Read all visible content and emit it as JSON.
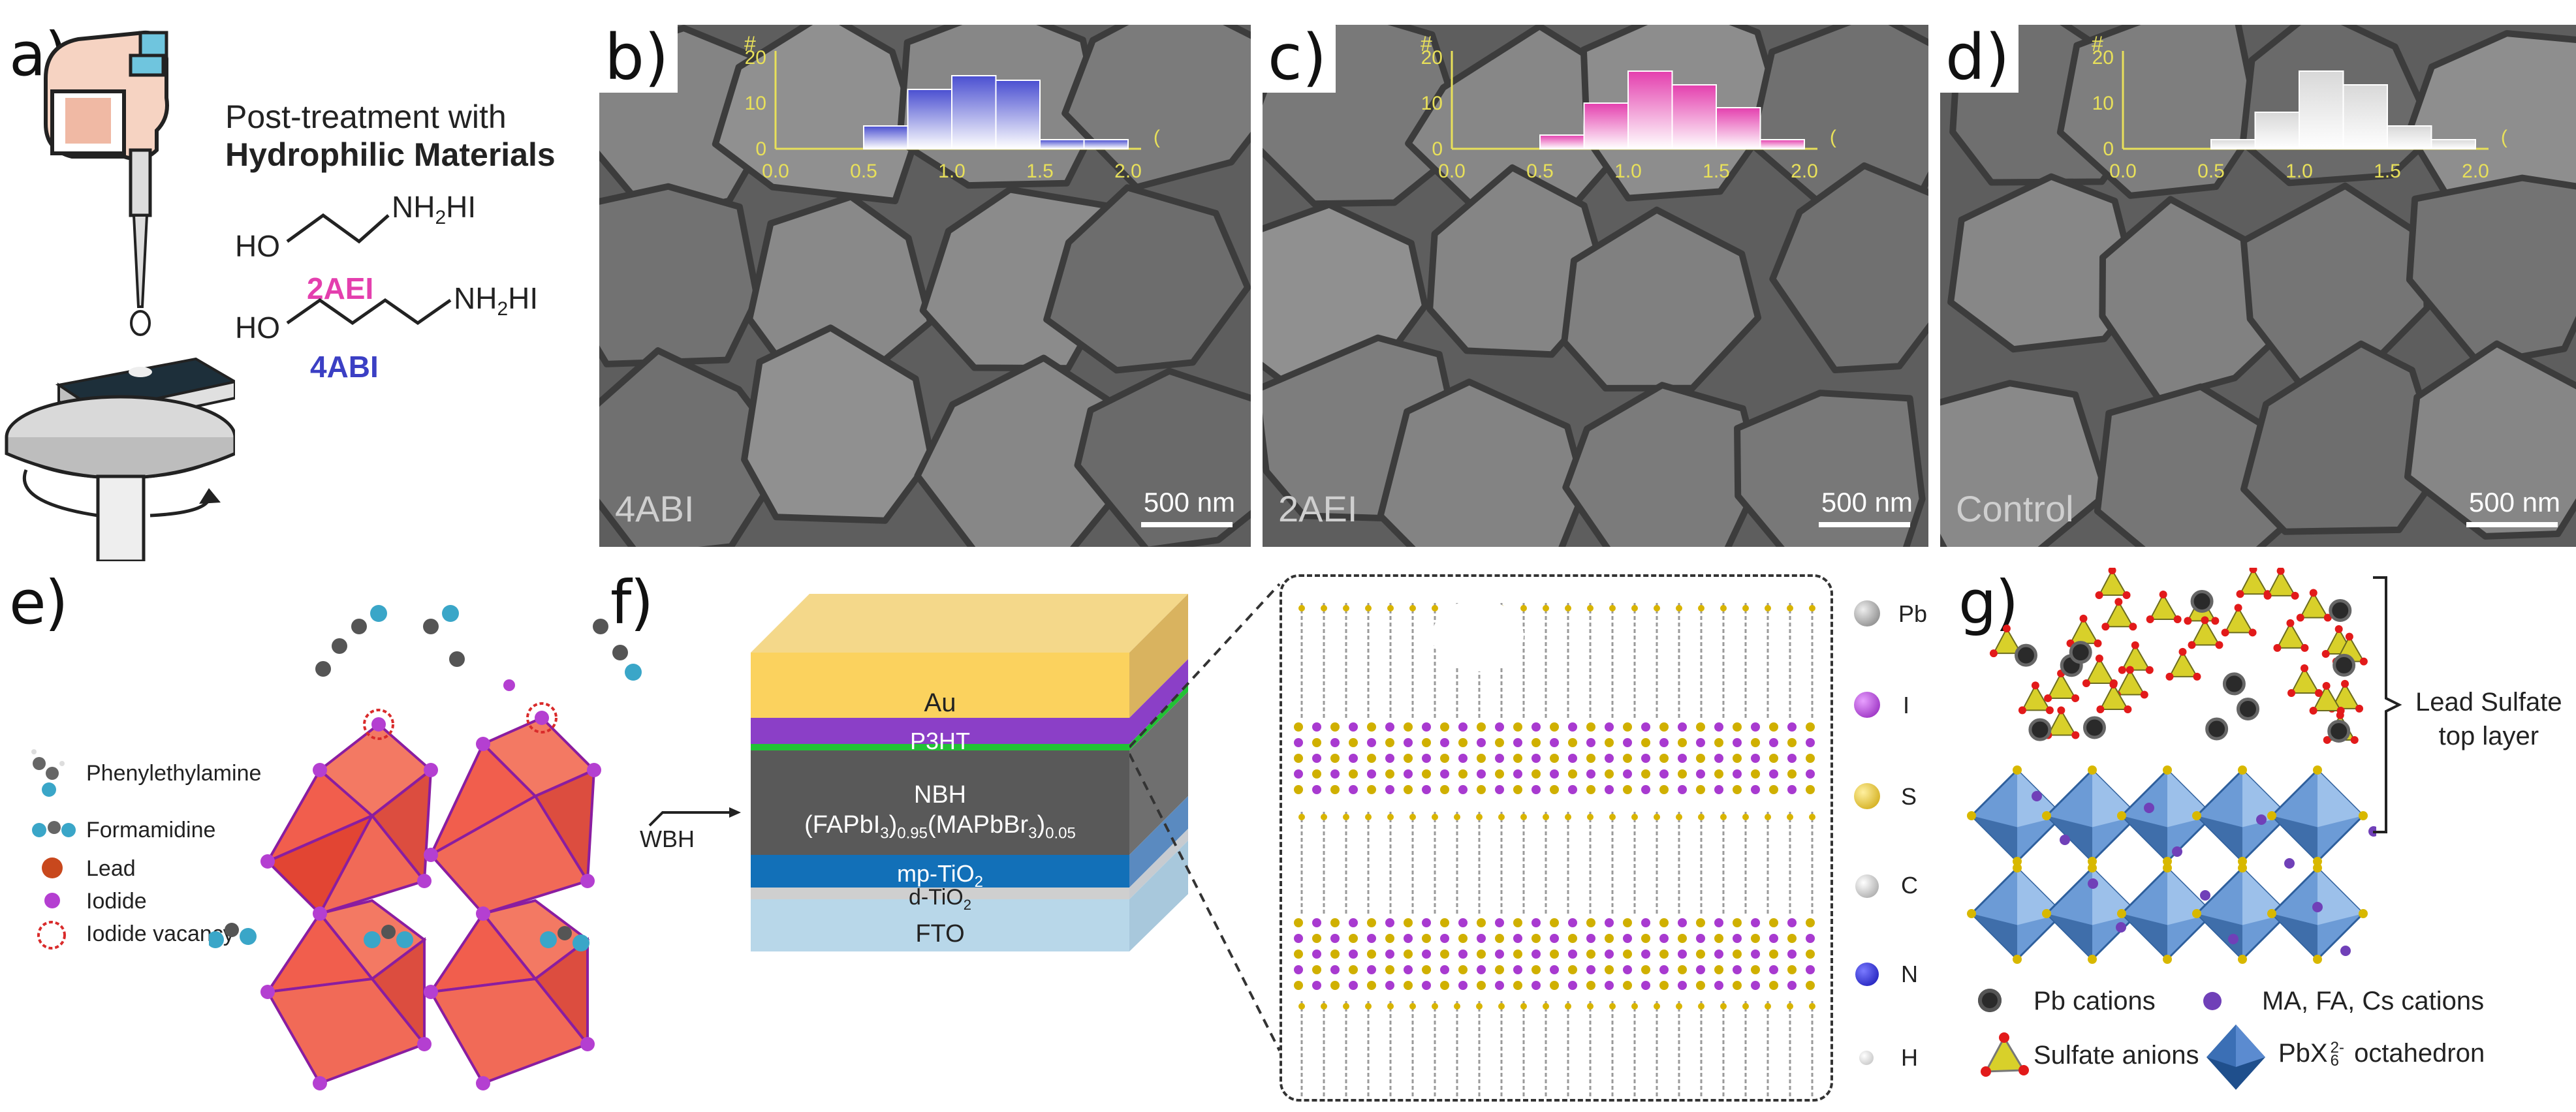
{
  "panels": {
    "a": {
      "letter": "a)",
      "title_line1": "Post-treatment with",
      "title_line2": "Hydrophilic Materials",
      "mol1_ho": "HO",
      "mol1_nh": "NH",
      "mol1_sub": "2",
      "mol1_hi": "HI",
      "mol1_name": "2AEI",
      "mol2_ho": "HO",
      "mol2_nh": "NH",
      "mol2_sub": "2",
      "mol2_hi": "HI",
      "mol2_name": "4ABI"
    },
    "b": {
      "letter": "b)",
      "sample": "4ABI",
      "scale": "500 nm"
    },
    "c": {
      "letter": "c)",
      "sample": "2AEI",
      "scale": "500 nm"
    },
    "d": {
      "letter": "d)",
      "sample": "Control",
      "scale": "500 nm"
    },
    "e": {
      "letter": "e)",
      "legend": [
        "Phenylethylamine",
        "Formamidine",
        "Lead",
        "Iodide",
        "Iodide vacancy"
      ]
    },
    "f": {
      "letter": "f)",
      "wbh": "WBH",
      "layers": {
        "au": "Au",
        "p3ht": "P3HT",
        "nbh_line1": "NBH",
        "nbh_a": "(FAPbI",
        "nbh_a_sub": "3",
        "nbh_a_sub2": "0.95",
        "nbh_b": "(MAPbBr",
        "nbh_b_sub": "3",
        "nbh_b_sub2": "0.05",
        "mp": "mp-TiO",
        "mp_sub": "2",
        "d": "d-TiO",
        "d_sub": "2",
        "fto": "FTO"
      },
      "elements": [
        "Pb",
        "I",
        "S",
        "C",
        "N",
        "H"
      ]
    },
    "g": {
      "letter": "g)",
      "bracket_line1": "Lead Sulfate",
      "bracket_line2": "top layer",
      "legend": {
        "pb": "Pb cations",
        "ma": "MA, FA, Cs cations",
        "sulfate": "Sulfate anions",
        "oct_a": "PbX",
        "oct_sub": "6",
        "oct_sup": "2-",
        "oct_b": " octahedron"
      }
    }
  },
  "histogram": {
    "y_label": "#",
    "x_label": "(μm)",
    "y_ticks": [
      "0",
      "10",
      "20"
    ],
    "x_ticks": [
      "0.0",
      "0.5",
      "1.0",
      "1.5",
      "2.0"
    ]
  },
  "chart_data": [
    {
      "type": "bar",
      "panel": "b",
      "x": [
        0.5,
        0.75,
        1.0,
        1.25,
        1.5,
        1.75
      ],
      "values": [
        5,
        13,
        16,
        15,
        2,
        2
      ],
      "color": "#4a4fd1",
      "xlim": [
        0,
        2
      ],
      "ylim": [
        0,
        20
      ]
    },
    {
      "type": "bar",
      "panel": "c",
      "x": [
        0.5,
        0.75,
        1.0,
        1.25,
        1.5,
        1.75
      ],
      "values": [
        3,
        10,
        17,
        14,
        9,
        2
      ],
      "color": "#e43fae",
      "xlim": [
        0,
        2
      ],
      "ylim": [
        0,
        20
      ]
    },
    {
      "type": "bar",
      "panel": "d",
      "x": [
        0.5,
        0.75,
        1.0,
        1.25,
        1.5,
        1.75
      ],
      "values": [
        2,
        8,
        17,
        14,
        5,
        2
      ],
      "color": "#d8d8d8",
      "xlim": [
        0,
        2
      ],
      "ylim": [
        0,
        20
      ]
    }
  ],
  "colors": {
    "accent_pink": "#e43fae",
    "accent_blue": "#3b3fc4",
    "axis": "#e8e05a"
  }
}
